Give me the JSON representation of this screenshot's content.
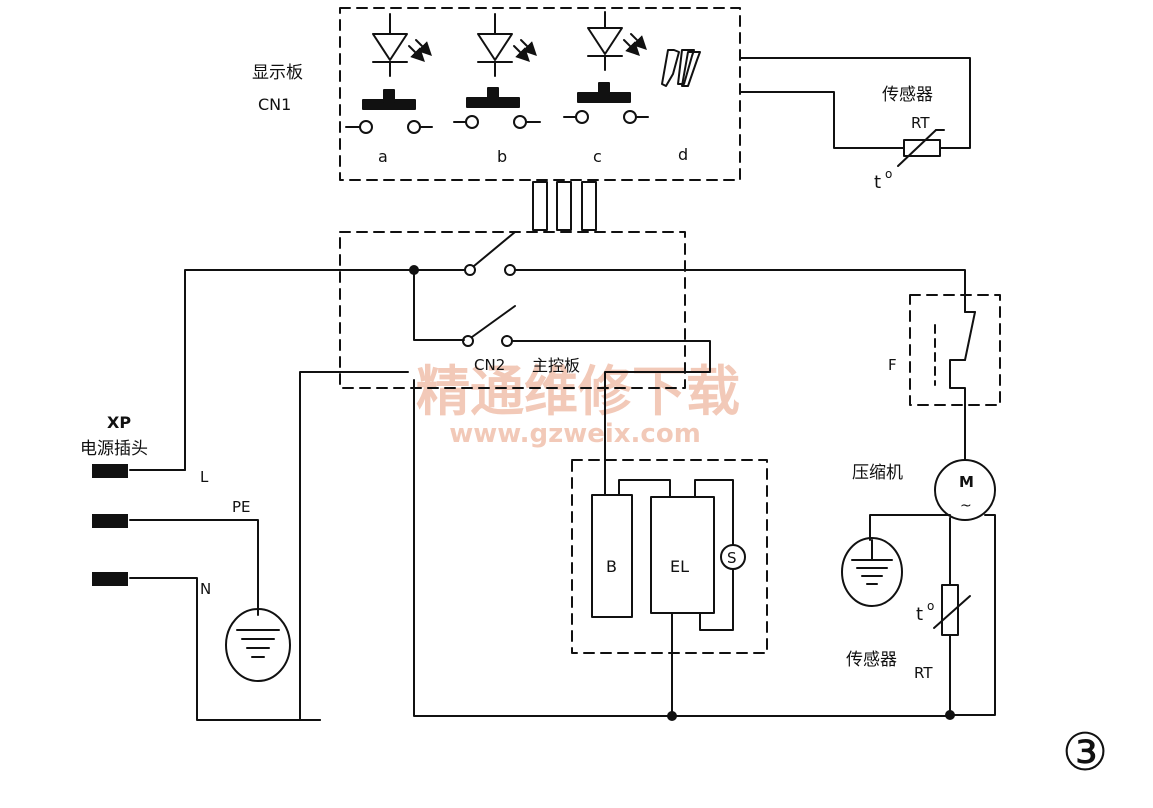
{
  "display_board": {
    "title": "显示板",
    "connector": "CN1",
    "button_labels": [
      "a",
      "b",
      "c",
      "d"
    ]
  },
  "sensor_top": {
    "title": "传感器",
    "label": "RT",
    "temp_symbol": "t",
    "degree": "o"
  },
  "main_board": {
    "connector": "CN2",
    "title": "主控板"
  },
  "power_plug": {
    "title": "XP",
    "subtitle": "电源插头",
    "line_L": "L",
    "line_PE": "PE",
    "line_N": "N"
  },
  "fuse": {
    "label": "F"
  },
  "compressor": {
    "title": "压缩机",
    "motor_letter": "M",
    "motor_symbol": "~"
  },
  "load_box": {
    "b_label": "B",
    "el_label": "EL",
    "s_label": "S"
  },
  "sensor_bottom": {
    "title": "传感器",
    "label": "RT",
    "temp_symbol": "t",
    "degree": "o"
  },
  "watermark": {
    "text": "精通维修下载",
    "url": "www.gzweix.com"
  },
  "figure_number": "③",
  "colors": {
    "line": "#111111",
    "watermark": "#f2c9b8"
  }
}
